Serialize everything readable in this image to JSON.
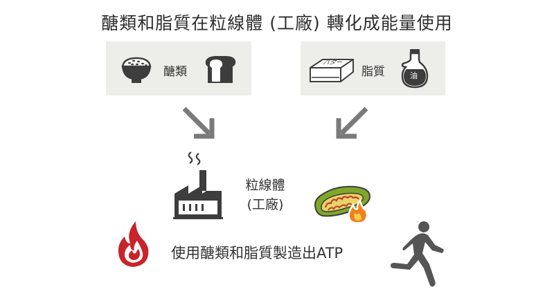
{
  "title": "醣類和脂質在粒線體 (工廠) 轉化成能量使用",
  "carb_box": {
    "label": "醣類"
  },
  "fat_box": {
    "label": "脂質",
    "butter_text": "バター",
    "oil_text": "油"
  },
  "mito": {
    "label_line1": "粒線體",
    "label_line2": "(工廠)"
  },
  "bottom": {
    "text": "使用醣類和脂質製造出ATP"
  },
  "colors": {
    "box_bg": "#ededea",
    "arrow": "#7a7a7a",
    "icon_dark": "#3d3d3d",
    "flame_red": "#c8242a",
    "mito_green": "#7fa829",
    "mito_inner": "#c04030",
    "fire_orange": "#f08020",
    "runner": "#555555"
  }
}
